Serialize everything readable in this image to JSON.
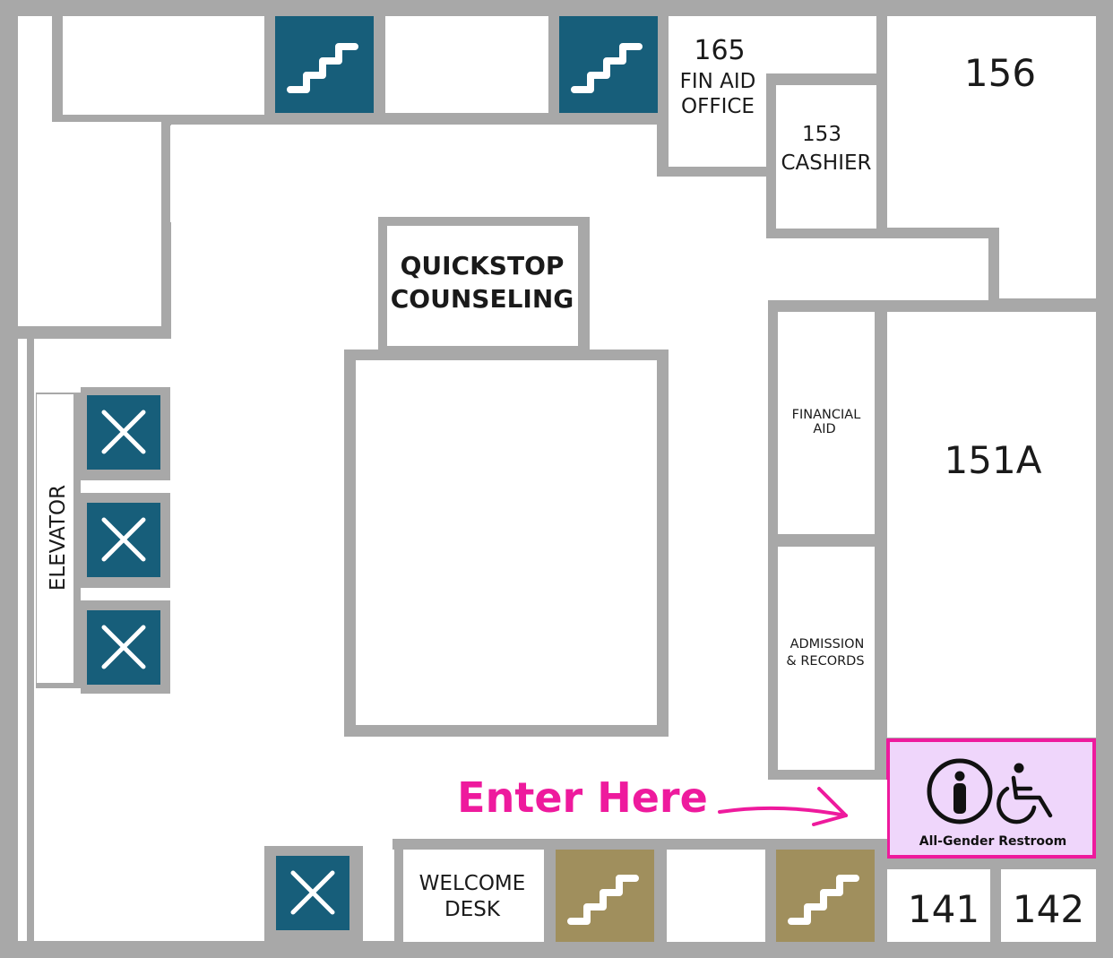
{
  "colors": {
    "wall": "#a8a8a8",
    "floor": "#ffffff",
    "stairs_teal": "#175e7a",
    "stairs_gold": "#a08f5d",
    "accent_magenta": "#ee1a9d",
    "restroom_fill": "#efd6fb",
    "text": "#1a1a1a"
  },
  "rooms": {
    "fin_aid_office": {
      "number": "165",
      "line1": "FIN AID",
      "line2": "OFFICE"
    },
    "cashier": {
      "number": "153",
      "line1": "CASHIER"
    },
    "room_156": {
      "number": "156"
    },
    "quickstop": {
      "line1": "QUICKSTOP",
      "line2": "COUNSELING"
    },
    "financial_aid": {
      "line1": "FINANCIAL",
      "line2": "AID"
    },
    "admission": {
      "line1": "ADMISSION",
      "line2": "& RECORDS"
    },
    "room_151a": {
      "number": "151A"
    },
    "elevator": {
      "label": "ELEVATOR"
    },
    "welcome_desk": {
      "line1": "WELCOME",
      "line2": "DESK"
    },
    "room_141": {
      "number": "141"
    },
    "room_142": {
      "number": "142"
    }
  },
  "entrance": {
    "label": "Enter Here"
  },
  "restroom": {
    "label": "All-Gender Restroom",
    "icons": [
      "person-icon",
      "wheelchair-icon"
    ]
  },
  "icons": {
    "stairs": "stairs-icon",
    "closed": "x-mark-icon"
  }
}
